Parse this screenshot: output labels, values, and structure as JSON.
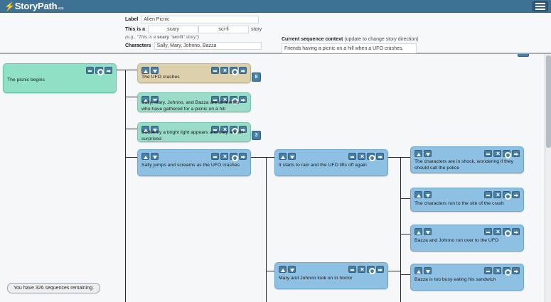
{
  "app": {
    "brand": "StoryPath",
    "brand_suffix": ".app",
    "menu_icon": "hamburger-icon"
  },
  "header": {
    "label_caption": "Label",
    "label_value": "Alien Picnic",
    "thisisa_caption": "This is a",
    "adjective_value": "scary",
    "genre_value": "sci-fi",
    "story_suffix": "story",
    "hint_prefix": "(e.g., \"This is a ",
    "hint_adj": "scary",
    "hint_mid": " \"",
    "hint_genre": "sci-fi",
    "hint_suffix": "\" story\")",
    "characters_caption": "Characters",
    "characters_value": "Sally, Mary, Johnno, Bazza",
    "context_caption": "Current sequence context",
    "context_note": "(update to change story direction)",
    "context_value": "Friends having a picnic on a hill when a UFO crashes."
  },
  "canvas": {
    "scroll_up_icon": "scroll-up-triangle-icon",
    "buttons": {
      "up": "move-up-icon",
      "down": "move-down-icon",
      "minimize": "minimize-icon",
      "close": "close-icon",
      "settings": "gear-icon",
      "expand": "expand-arrow-icon"
    },
    "nodes": [
      {
        "id": "n0",
        "text": "The picnic begins",
        "color": "green",
        "badge": ""
      },
      {
        "id": "n1",
        "text": "The UFO crashes",
        "color": "tan",
        "badge": "8"
      },
      {
        "id": "n2",
        "text": "Sally, Mary, Johnno, and Bazza are all friends who have gathered for a picnic on a hill",
        "color": "mint",
        "badge": ""
      },
      {
        "id": "n3",
        "text": "Suddenly a bright light appears and they are all surprised",
        "color": "mint",
        "badge": "3"
      },
      {
        "id": "n4",
        "text": "Sally jumps and screams as the UFO crashes",
        "color": "blue",
        "badge": ""
      },
      {
        "id": "n5",
        "text": "It starts to rain and the UFO lifts off again",
        "color": "blue",
        "badge": ""
      },
      {
        "id": "n6",
        "text": "The characters are in shock, wondering if they should call the police",
        "color": "blue",
        "badge": ""
      },
      {
        "id": "n7",
        "text": "The characters run to the site of the crash",
        "color": "blue",
        "badge": ""
      },
      {
        "id": "n8",
        "text": "Bazza and Johnno run over to the UFO",
        "color": "blue",
        "badge": ""
      },
      {
        "id": "n9",
        "text": "Mary and Johnno look on in horror",
        "color": "blue",
        "badge": ""
      },
      {
        "id": "n10",
        "text": "Bazza is too busy eating his sandwich",
        "color": "blue",
        "badge": ""
      }
    ]
  },
  "status": {
    "remaining_text": "You have 326 sequences remaining."
  }
}
